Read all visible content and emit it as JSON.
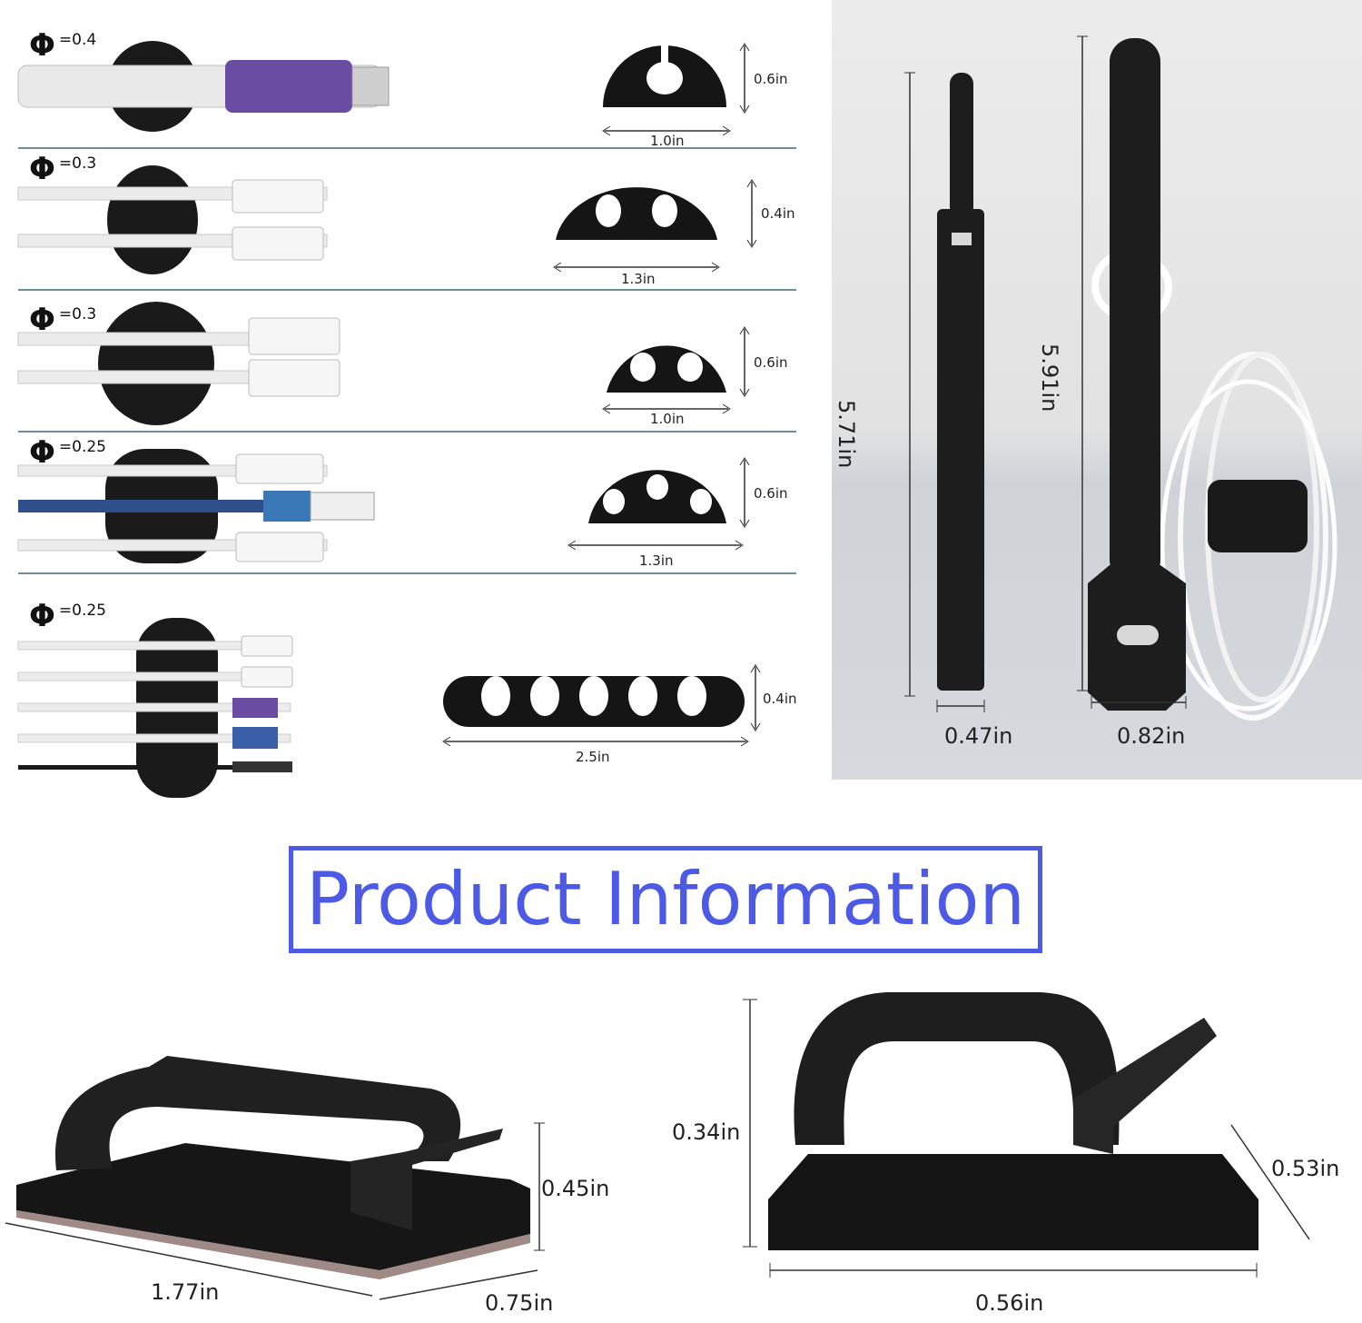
{
  "rows": [
    {
      "phi_symbol": "Φ",
      "phi_value": "=0.4",
      "height": "0.6in",
      "width": "1.0in"
    },
    {
      "phi_symbol": "Φ",
      "phi_value": "=0.3",
      "height": "0.4in",
      "width": "1.3in"
    },
    {
      "phi_symbol": "Φ",
      "phi_value": "=0.3",
      "height": "0.6in",
      "width": "1.0in"
    },
    {
      "phi_symbol": "Φ",
      "phi_value": "=0.25",
      "height": "0.6in",
      "width": "1.3in"
    },
    {
      "phi_symbol": "Φ",
      "phi_value": "=0.25",
      "height": "0.4in",
      "width": "2.5in"
    }
  ],
  "velcro": {
    "small_length": "5.71in",
    "large_length": "5.91in",
    "small_width": "0.47in",
    "large_width": "0.82in"
  },
  "banner": {
    "title": "Product Information"
  },
  "clip_left": {
    "height": "0.45in",
    "length": "1.77in",
    "width": "0.75in"
  },
  "clip_right": {
    "height": "0.34in",
    "depth": "0.53in",
    "width": "0.56in"
  },
  "colors": {
    "banner": "#4d5ae6",
    "separator": "#6d8e95",
    "product": "#111111"
  }
}
